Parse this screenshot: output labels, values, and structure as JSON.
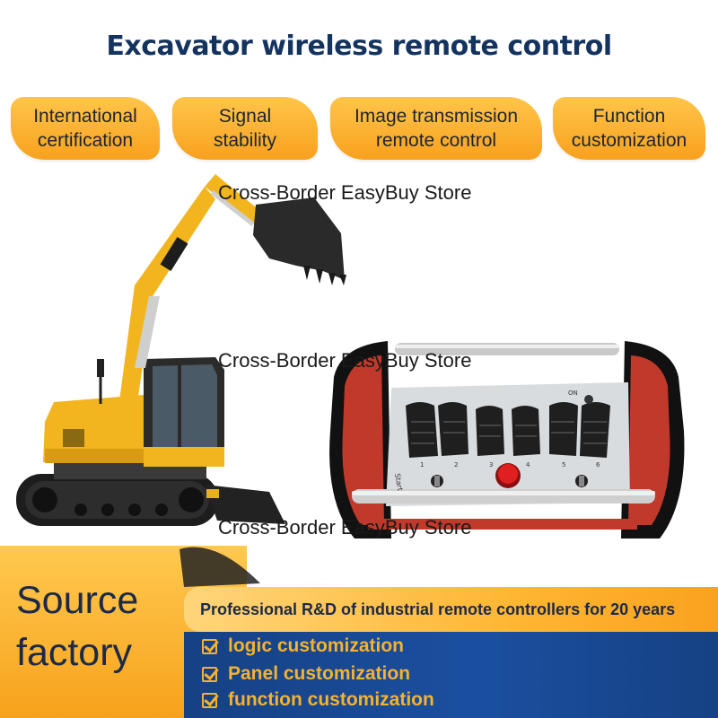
{
  "title": "Excavator wireless remote control",
  "features": [
    {
      "line1": "International",
      "line2": "certification"
    },
    {
      "line1": "Signal",
      "line2": "stability"
    },
    {
      "line1": "Image transmission",
      "line2": "remote control"
    },
    {
      "line1": "Function",
      "line2": "customization"
    }
  ],
  "watermark": "Cross-Border EasyBuy Store",
  "source": {
    "line1": "Source",
    "line2": "factory"
  },
  "tagline": "Professional R&D of industrial remote controllers for 20 years",
  "checklist": [
    "logic customization",
    "Panel customization",
    "function customization"
  ],
  "remote": {
    "on_label": "ON",
    "start_label": "Start",
    "switch_labels": [
      "1",
      "2",
      "3",
      "4",
      "5",
      "6"
    ]
  }
}
